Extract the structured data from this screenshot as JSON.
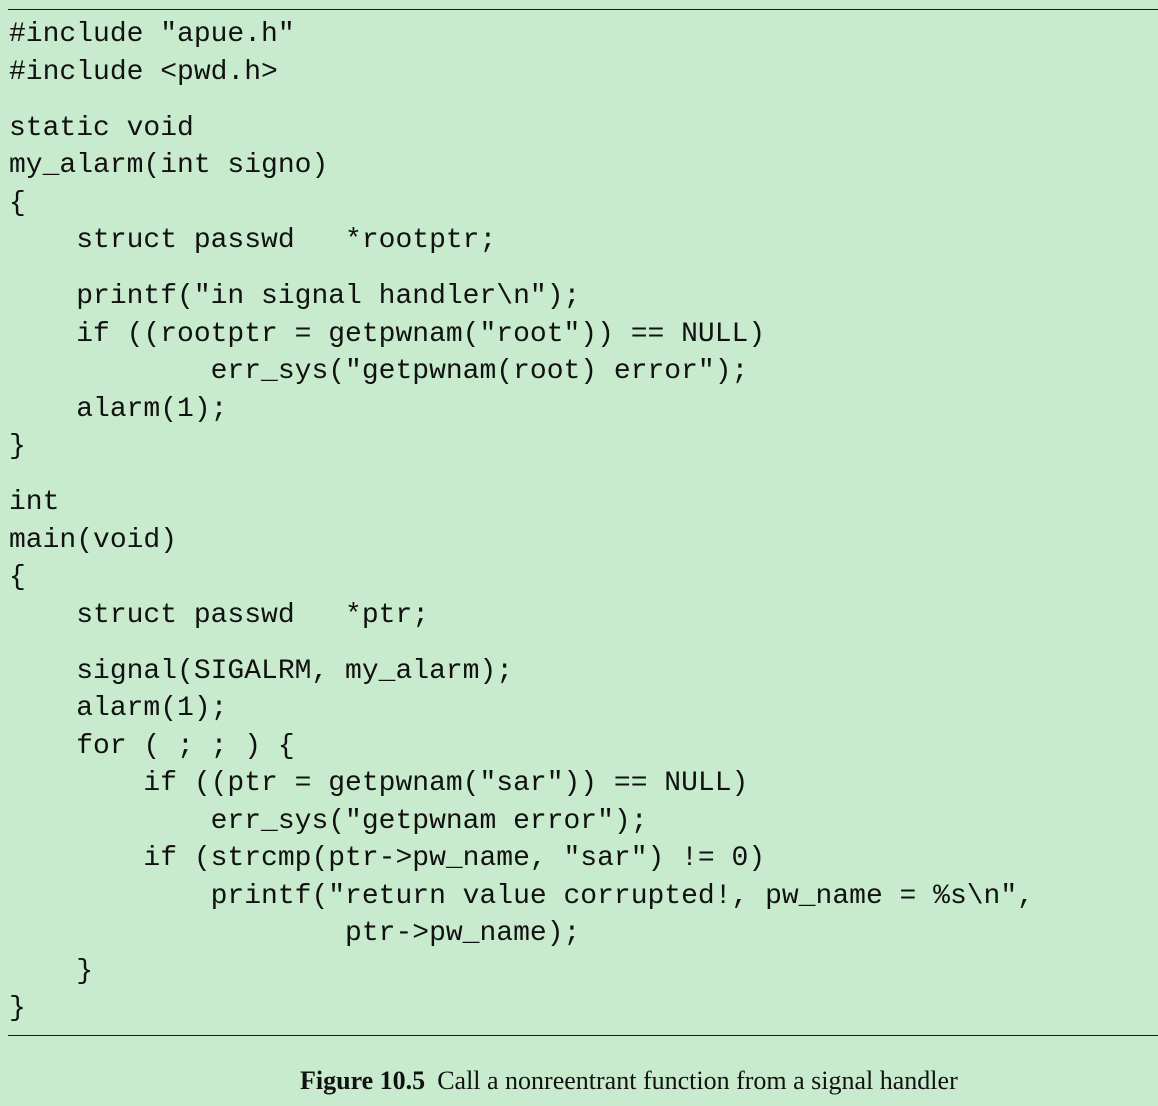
{
  "code": {
    "lines": [
      {
        "text": "#include \"apue.h\"",
        "gap": false
      },
      {
        "text": "#include <pwd.h>",
        "gap": false
      },
      {
        "text": "static void",
        "gap": true
      },
      {
        "text": "my_alarm(int signo)",
        "gap": false
      },
      {
        "text": "{",
        "gap": false
      },
      {
        "text": "    struct passwd   *rootptr;",
        "gap": false
      },
      {
        "text": "    printf(\"in signal handler\\n\");",
        "gap": true
      },
      {
        "text": "    if ((rootptr = getpwnam(\"root\")) == NULL)",
        "gap": false
      },
      {
        "text": "            err_sys(\"getpwnam(root) error\");",
        "gap": false
      },
      {
        "text": "    alarm(1);",
        "gap": false
      },
      {
        "text": "}",
        "gap": false
      },
      {
        "text": "int",
        "gap": true
      },
      {
        "text": "main(void)",
        "gap": false
      },
      {
        "text": "{",
        "gap": false
      },
      {
        "text": "    struct passwd   *ptr;",
        "gap": false
      },
      {
        "text": "    signal(SIGALRM, my_alarm);",
        "gap": true
      },
      {
        "text": "    alarm(1);",
        "gap": false
      },
      {
        "text": "    for ( ; ; ) {",
        "gap": false
      },
      {
        "text": "        if ((ptr = getpwnam(\"sar\")) == NULL)",
        "gap": false
      },
      {
        "text": "            err_sys(\"getpwnam error\");",
        "gap": false
      },
      {
        "text": "        if (strcmp(ptr->pw_name, \"sar\") != 0)",
        "gap": false
      },
      {
        "text": "            printf(\"return value corrupted!, pw_name = %s\\n\",",
        "gap": false
      },
      {
        "text": "                    ptr->pw_name);",
        "gap": false
      },
      {
        "text": "    }",
        "gap": false
      },
      {
        "text": "}",
        "gap": false
      }
    ]
  },
  "caption": {
    "label": "Figure 10.5",
    "text": "Call a nonreentrant function from a signal handler"
  }
}
